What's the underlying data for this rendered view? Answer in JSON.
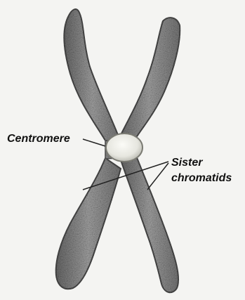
{
  "labels": {
    "centromere": "Centromere",
    "sister_line1": "Sister",
    "sister_line2": "chromatids"
  },
  "colors": {
    "background": "#f4f4f2",
    "chromatid_fill": "#8f8f8f",
    "chromatid_edge": "#4a4a4a",
    "centromere_fill": "#e9e9e4",
    "label_text": "#111111"
  }
}
